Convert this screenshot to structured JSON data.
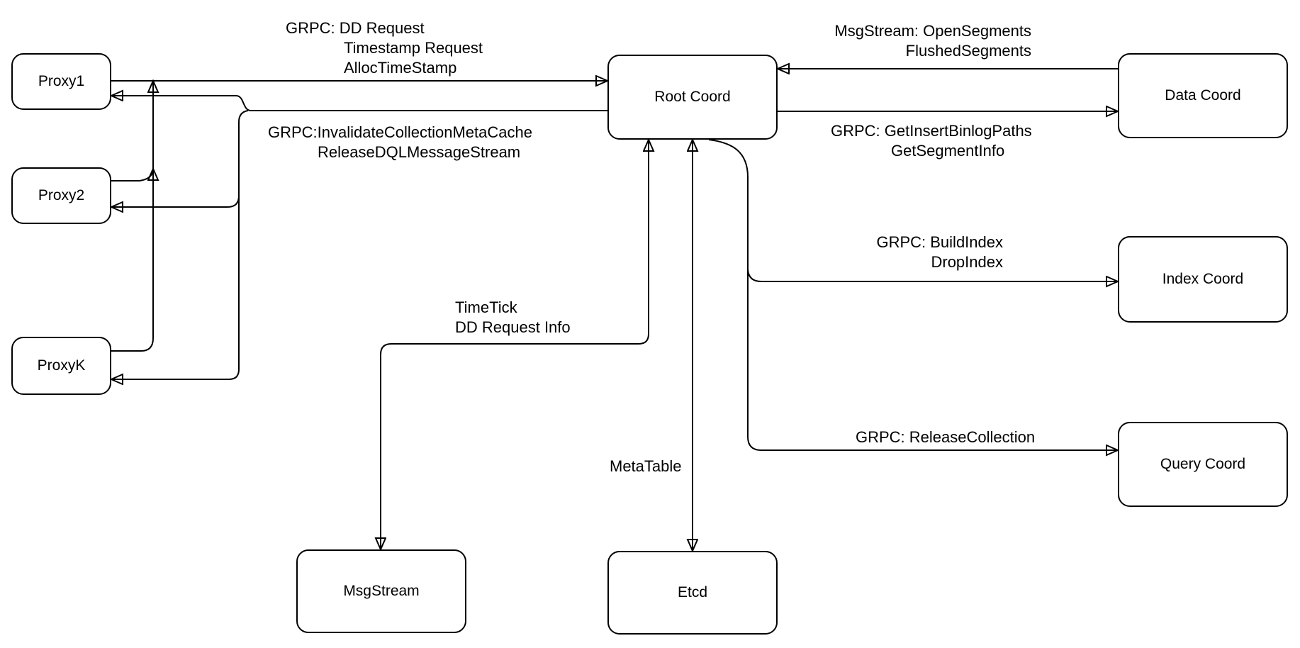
{
  "nodes": {
    "proxy1": {
      "label": "Proxy1"
    },
    "proxy2": {
      "label": "Proxy2"
    },
    "proxyk": {
      "label": "ProxyK"
    },
    "root_coord": {
      "label": "Root Coord"
    },
    "data_coord": {
      "label": "Data Coord"
    },
    "index_coord": {
      "label": "Index Coord"
    },
    "query_coord": {
      "label": "Query Coord"
    },
    "msgstream": {
      "label": "MsgStream"
    },
    "etcd": {
      "label": "Etcd"
    }
  },
  "edge_labels": {
    "proxy_to_root": {
      "lines": [
        "GRPC: DD Request",
        "Timestamp Request",
        "AllocTimeStamp"
      ]
    },
    "root_to_proxy": {
      "lines": [
        "GRPC:InvalidateCollectionMetaCache",
        "ReleaseDQLMessageStream"
      ]
    },
    "data_to_root": {
      "lines": [
        "MsgStream: OpenSegments",
        "FlushedSegments"
      ]
    },
    "root_to_data": {
      "lines": [
        "GRPC: GetInsertBinlogPaths",
        "GetSegmentInfo"
      ]
    },
    "root_to_index": {
      "lines": [
        "GRPC: BuildIndex",
        "DropIndex"
      ]
    },
    "root_to_query": {
      "lines": [
        "GRPC: ReleaseCollection"
      ]
    },
    "root_to_msgstream": {
      "lines": [
        "TimeTick",
        "DD Request Info"
      ]
    },
    "root_to_etcd": {
      "lines": [
        "MetaTable"
      ]
    }
  },
  "edges": [
    {
      "from": "Proxy1",
      "to": "Root Coord",
      "label": "GRPC: DD Request / Timestamp Request / AllocTimeStamp",
      "direction": "one-way"
    },
    {
      "from": "Proxy2",
      "to": "Root Coord",
      "label": "",
      "direction": "one-way",
      "note": "joins Proxy1 line via vertical trunk"
    },
    {
      "from": "ProxyK",
      "to": "Root Coord",
      "label": "",
      "direction": "one-way",
      "note": "joins Proxy1 line via vertical trunk"
    },
    {
      "from": "Root Coord",
      "to": "Proxy1 / Proxy2 / ProxyK",
      "label": "GRPC:InvalidateCollectionMetaCache / ReleaseDQLMessageStream",
      "direction": "one-way"
    },
    {
      "from": "Data Coord",
      "to": "Root Coord",
      "label": "MsgStream: OpenSegments / FlushedSegments",
      "direction": "one-way"
    },
    {
      "from": "Root Coord",
      "to": "Data Coord",
      "label": "GRPC: GetInsertBinlogPaths / GetSegmentInfo",
      "direction": "one-way"
    },
    {
      "from": "Root Coord",
      "to": "Index Coord",
      "label": "GRPC: BuildIndex / DropIndex",
      "direction": "one-way"
    },
    {
      "from": "Root Coord",
      "to": "Query Coord",
      "label": "GRPC: ReleaseCollection",
      "direction": "one-way"
    },
    {
      "from": "Root Coord",
      "to": "MsgStream",
      "label": "TimeTick / DD Request Info",
      "direction": "two-way"
    },
    {
      "from": "Root Coord",
      "to": "Etcd",
      "label": "MetaTable",
      "direction": "two-way"
    }
  ],
  "colors": {
    "background": "#ffffff",
    "line": "#000000",
    "node_border": "#000000",
    "node_fill": "#ffffff",
    "text": "#000000"
  }
}
